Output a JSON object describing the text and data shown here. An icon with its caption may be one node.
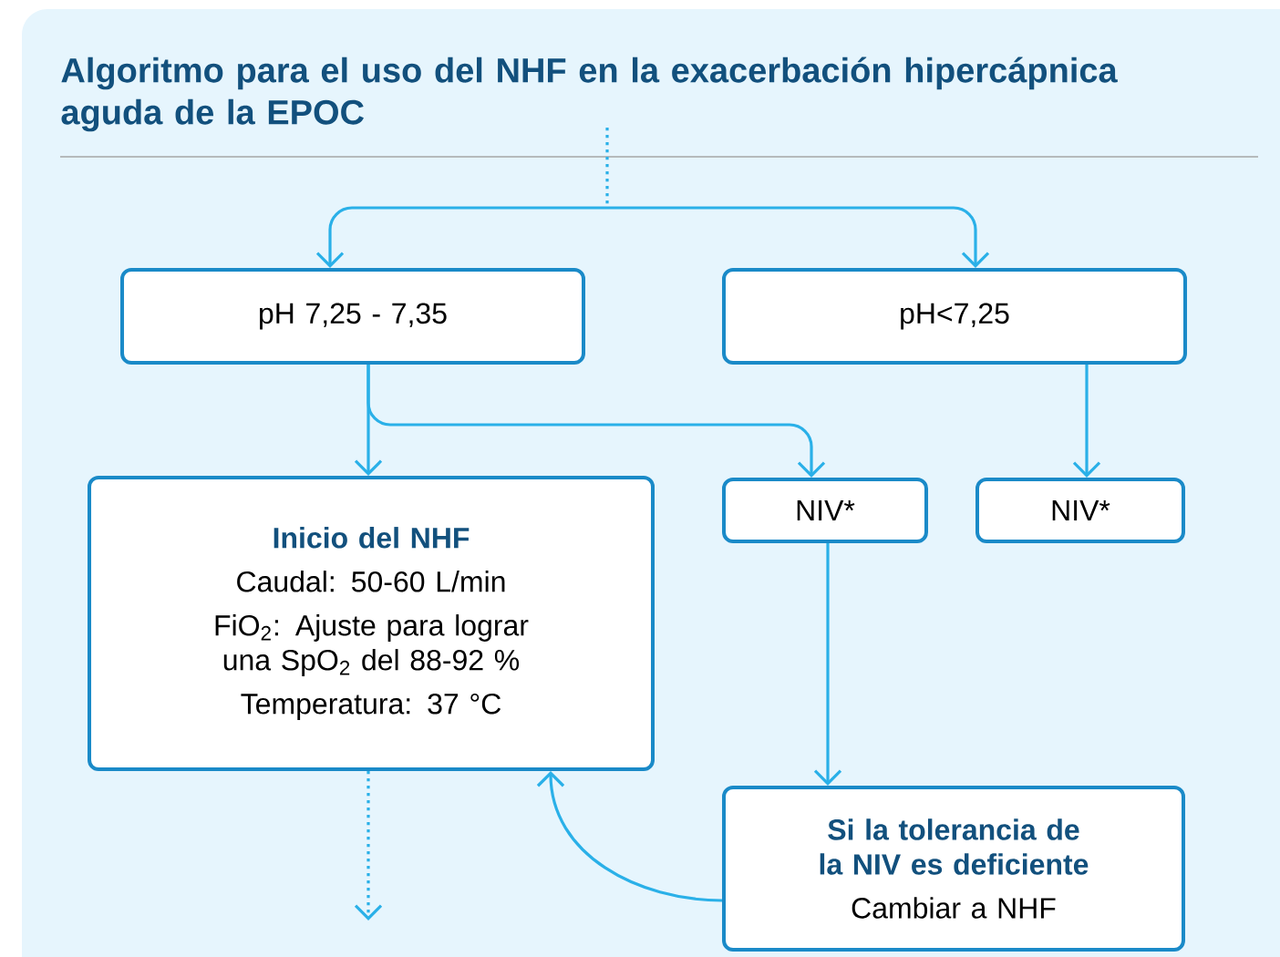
{
  "diagram": {
    "title": "Algoritmo para el uso del NHF en la exacerbación hipercápnica aguda de la EPOC",
    "nodes": [
      {
        "text": [
          "pH 7,25 - 7,35"
        ]
      },
      {
        "text": [
          "pH<7,25"
        ]
      },
      {
        "text": [
          "Inicio del NHF",
          "Caudal: 50-60 L/min",
          "FiO$_{2}$: Ajuste para lograr una SpO$_{2}$ del 88-92 %",
          "Temperatura: 37 °C"
        ]
      },
      {
        "text": [
          "NIV*"
        ]
      },
      {
        "text": [
          "NIV*"
        ]
      },
      {
        "text": [
          "Si la tolerancia de la NIV es deficiente",
          "Cambiar a NHF"
        ]
      }
    ],
    "edges": [
      {
        "from": null,
        "to": 0,
        "arrow": "to"
      },
      {
        "from": null,
        "to": 1,
        "arrow": "to"
      },
      {
        "from": 0,
        "to": 2,
        "arrow": "to"
      },
      {
        "from": 0,
        "to": 3,
        "arrow": "to"
      },
      {
        "from": 1,
        "to": 4,
        "arrow": "to"
      },
      {
        "from": 3,
        "to": 5,
        "arrow": "to"
      },
      {
        "from": 5,
        "to": 2,
        "arrow": "to"
      },
      {
        "from": 2,
        "to": null,
        "arrow": "to",
        "style": "dashed"
      }
    ]
  }
}
